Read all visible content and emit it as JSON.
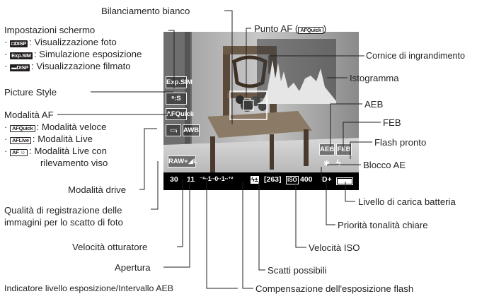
{
  "labels": {
    "white_balance": "Bilanciamento bianco",
    "screen_settings": "Impostazioni schermo",
    "screen_opt_photo": "Visualizzazione foto",
    "screen_opt_exposure": "Simulazione esposizione",
    "screen_opt_movie": "Visualizzazione filmato",
    "picture_style": "Picture Style",
    "af_mode": "Modalità AF",
    "af_opt_quick": "Modalità veloce",
    "af_opt_live": "Modalità Live",
    "af_opt_face_1": "Modalità Live con",
    "af_opt_face_2": "rilevamento viso",
    "drive_mode": "Modalità drive",
    "quality_1": "Qualità di registrazione delle",
    "quality_2": "immagini per lo scatto di foto",
    "shutter_speed": "Velocità otturatore",
    "aperture": "Apertura",
    "exposure_indicator": "Indicatore livello esposizione/Intervallo AEB",
    "af_point": "Punto AF (",
    "af_point_close": ")",
    "magnify_frame": "Cornice di ingrandimento",
    "histogram": "Istogramma",
    "aeb": "AEB",
    "feb": "FEB",
    "flash_ready": "Flash pronto",
    "ae_lock": "Blocco AE",
    "battery_level": "Livello di carica batteria",
    "highlight_priority": "Priorità tonalità chiare",
    "iso_speed": "Velocità ISO",
    "shots_remaining": "Scatti possibili",
    "flash_comp": "Compensazione dell'esposizione flash"
  },
  "inline_icons": {
    "photo_disp": "◘DISP",
    "exp_sim": "Exp.SIM",
    "movie_disp": "▬DISP",
    "af_quick": "AFQuick",
    "af_live": "AFLive",
    "af_face": "AF ☺"
  },
  "lcd": {
    "exp_sim": "Exp.SIM",
    "picture_style": "ᵃ:S",
    "af_quick": "AFQuick",
    "drive": "▭ᵢ",
    "wb": "AWB",
    "quality": "RAW+◢L",
    "aeb": "AEB",
    "feb": "FEB",
    "ae_lock": "✱",
    "flash": "ϟ",
    "shutter": "30",
    "aperture": "11",
    "scale": "⁻²··1··0··1··⁺²",
    "flash_comp_icon": "ϟ±",
    "shots": "[263]",
    "iso_icon": "ISO",
    "iso": "400",
    "highlight": "D+",
    "battery": "▭▭▭"
  },
  "colors": {
    "ink": "#231f20",
    "lcd_bar": "#000000",
    "hud_text": "#ffffff"
  }
}
